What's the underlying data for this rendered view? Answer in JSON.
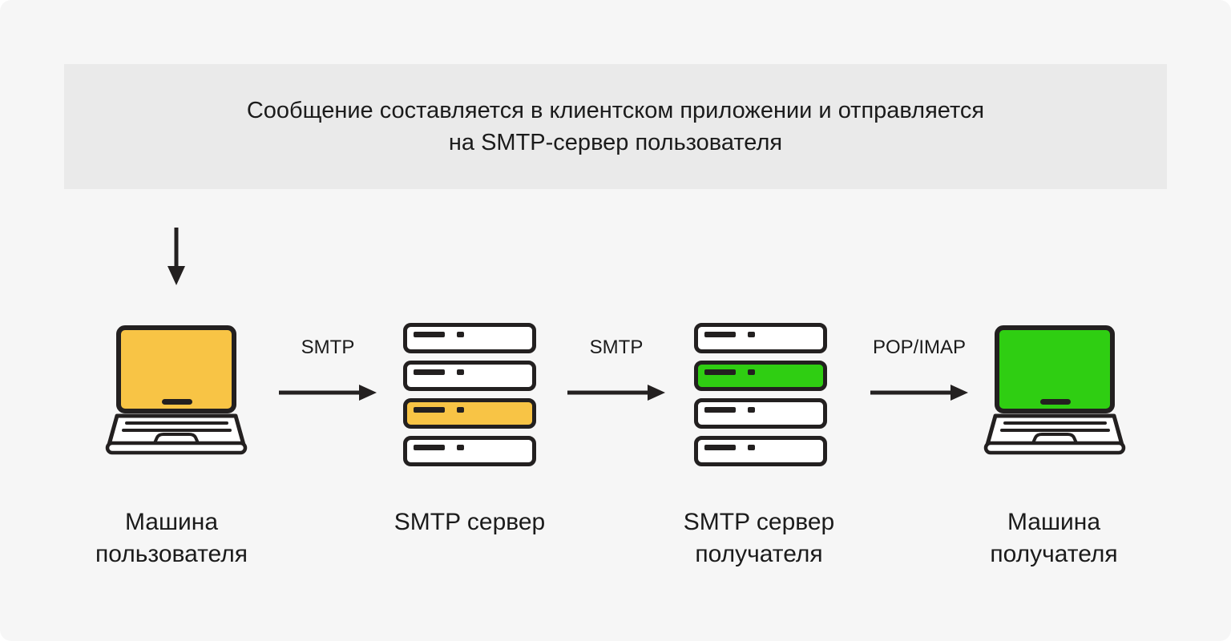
{
  "colors": {
    "background": "#f6f6f6",
    "banner_bg": "#eaeaea",
    "stroke": "#232020",
    "text": "#1b1b1b",
    "accent_yellow": "#f8c445",
    "accent_green": "#2fce12",
    "white": "#ffffff"
  },
  "banner": {
    "line1": "Сообщение составляется в клиентском приложении и отправляется",
    "line2": "на SMTP-сервер пользователя"
  },
  "flow": {
    "arrows": [
      {
        "label": "SMTP"
      },
      {
        "label": "SMTP"
      },
      {
        "label": "POP/IMAP"
      }
    ]
  },
  "nodes": [
    {
      "icon": "laptop-icon",
      "screen_color": "yellow",
      "label": "Машина\nпользователя"
    },
    {
      "icon": "server-stack-icon",
      "highlight_row": 3,
      "highlight_color": "yellow",
      "label": "SMTP сервер"
    },
    {
      "icon": "server-stack-icon",
      "highlight_row": 2,
      "highlight_color": "green",
      "label": "SMTP сервер\nполучателя"
    },
    {
      "icon": "laptop-icon",
      "screen_color": "green",
      "label": "Машина\nполучателя"
    }
  ],
  "icons": {
    "down_arrow": "down-arrow-icon",
    "flow_arrow": "right-arrow-icon"
  }
}
